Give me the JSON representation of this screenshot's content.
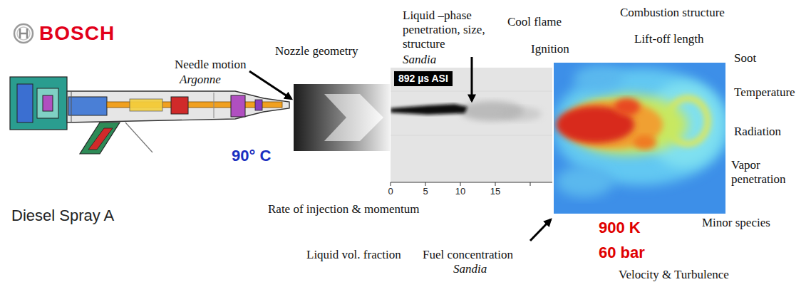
{
  "diagram": {
    "nodes": [
      {
        "text": [
          "892 µs ASI"
        ]
      }
    ],
    "labels": [
      "BOSCH",
      "Needle motion",
      "Argonne",
      "Nozzle geometry",
      "Liquid –phase penetration, size, structure",
      "Sandia",
      "Cool flame",
      "Ignition",
      "Combustion structure",
      "Lift-off length",
      "Soot",
      "Temperature",
      "Radiation",
      "Vapor penetration",
      "90° C",
      "0",
      "5",
      "10",
      "15",
      "Diesel Spray A",
      "Rate of injection & momentum",
      "Liquid vol. fraction",
      "Fuel concentration",
      "Sandia",
      "900 K",
      "60 bar",
      "Minor species",
      "Velocity & Turbulence"
    ]
  }
}
